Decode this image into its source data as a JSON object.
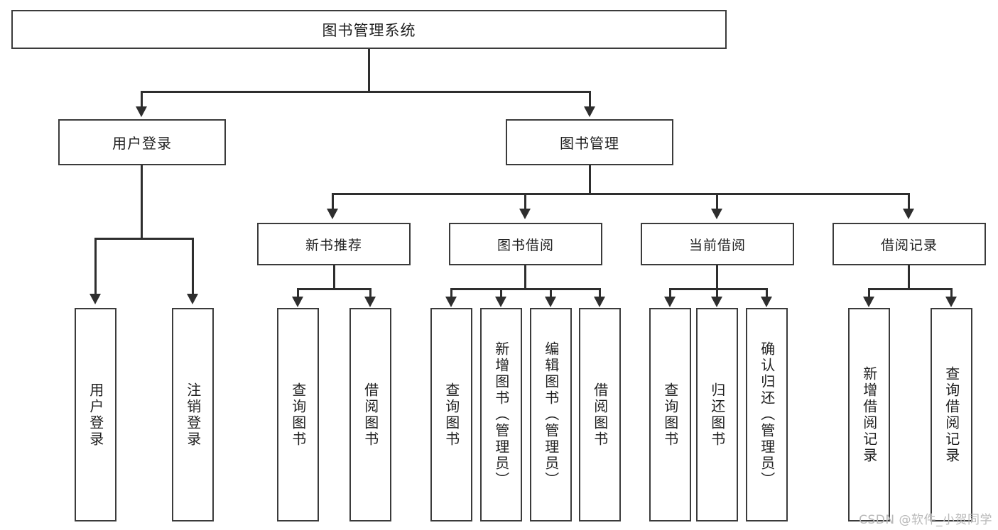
{
  "diagram": {
    "title": "图书管理系统",
    "watermark": "CSDN @软件_小贺同学",
    "colors": {
      "box_border": "#3b3b3b",
      "connector": "#2e2e2e",
      "background": "#ffffff",
      "watermark": "#b9b9b9"
    }
  },
  "nodes": {
    "root": {
      "label": "图书管理系统"
    },
    "level2": [
      {
        "label": "用户登录"
      },
      {
        "label": "图书管理"
      }
    ],
    "level3": [
      {
        "label": "新书推荐"
      },
      {
        "label": "图书借阅"
      },
      {
        "label": "当前借阅"
      },
      {
        "label": "借阅记录"
      }
    ],
    "leaves": {
      "user_login": [
        {
          "label": "用户登录"
        },
        {
          "label": "注销登录"
        }
      ],
      "new_book_recommend": [
        {
          "label": "查询图书"
        },
        {
          "label": "借阅图书"
        }
      ],
      "book_borrow": [
        {
          "label": "查询图书"
        },
        {
          "label": "新增图书（管理员）"
        },
        {
          "label": "编辑图书（管理员）"
        },
        {
          "label": "借阅图书"
        }
      ],
      "current_borrow": [
        {
          "label": "查询图书"
        },
        {
          "label": "归还图书"
        },
        {
          "label": "确认归还（管理员）"
        }
      ],
      "borrow_record": [
        {
          "label": "新增借阅记录"
        },
        {
          "label": "查询借阅记录"
        }
      ]
    }
  }
}
